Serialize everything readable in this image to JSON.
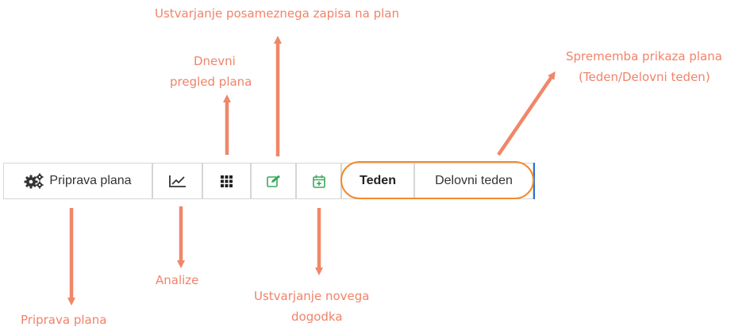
{
  "toolbar": {
    "priprava_label": "Priprava plana",
    "week_label": "Teden",
    "workweek_label": "Delovni teden",
    "active_view": "Teden"
  },
  "annotations": {
    "create_entry": "Ustvarjanje posameznega zapisa na plan",
    "daily_line1": "Dnevni",
    "daily_line2": "pregled plana",
    "view_change_line1": "Sprememba prikaza plana",
    "view_change_line2": "(Teden/Delovni teden)",
    "analyses": "Analize",
    "new_event_line1": "Ustvarjanje novega",
    "new_event_line2": "dogodka",
    "priprava": "Priprava plana"
  },
  "colors": {
    "annotation": "#f0836a",
    "arrow": "#ef8769",
    "highlight": "#f28a2e",
    "green_icon": "#3aa85a",
    "border": "#d6d6d6"
  },
  "icons": {
    "priprava": "gears-icon",
    "analyses": "line-chart-icon",
    "daily": "grid-icon",
    "create_entry": "edit-icon",
    "new_event": "calendar-plus-icon"
  }
}
